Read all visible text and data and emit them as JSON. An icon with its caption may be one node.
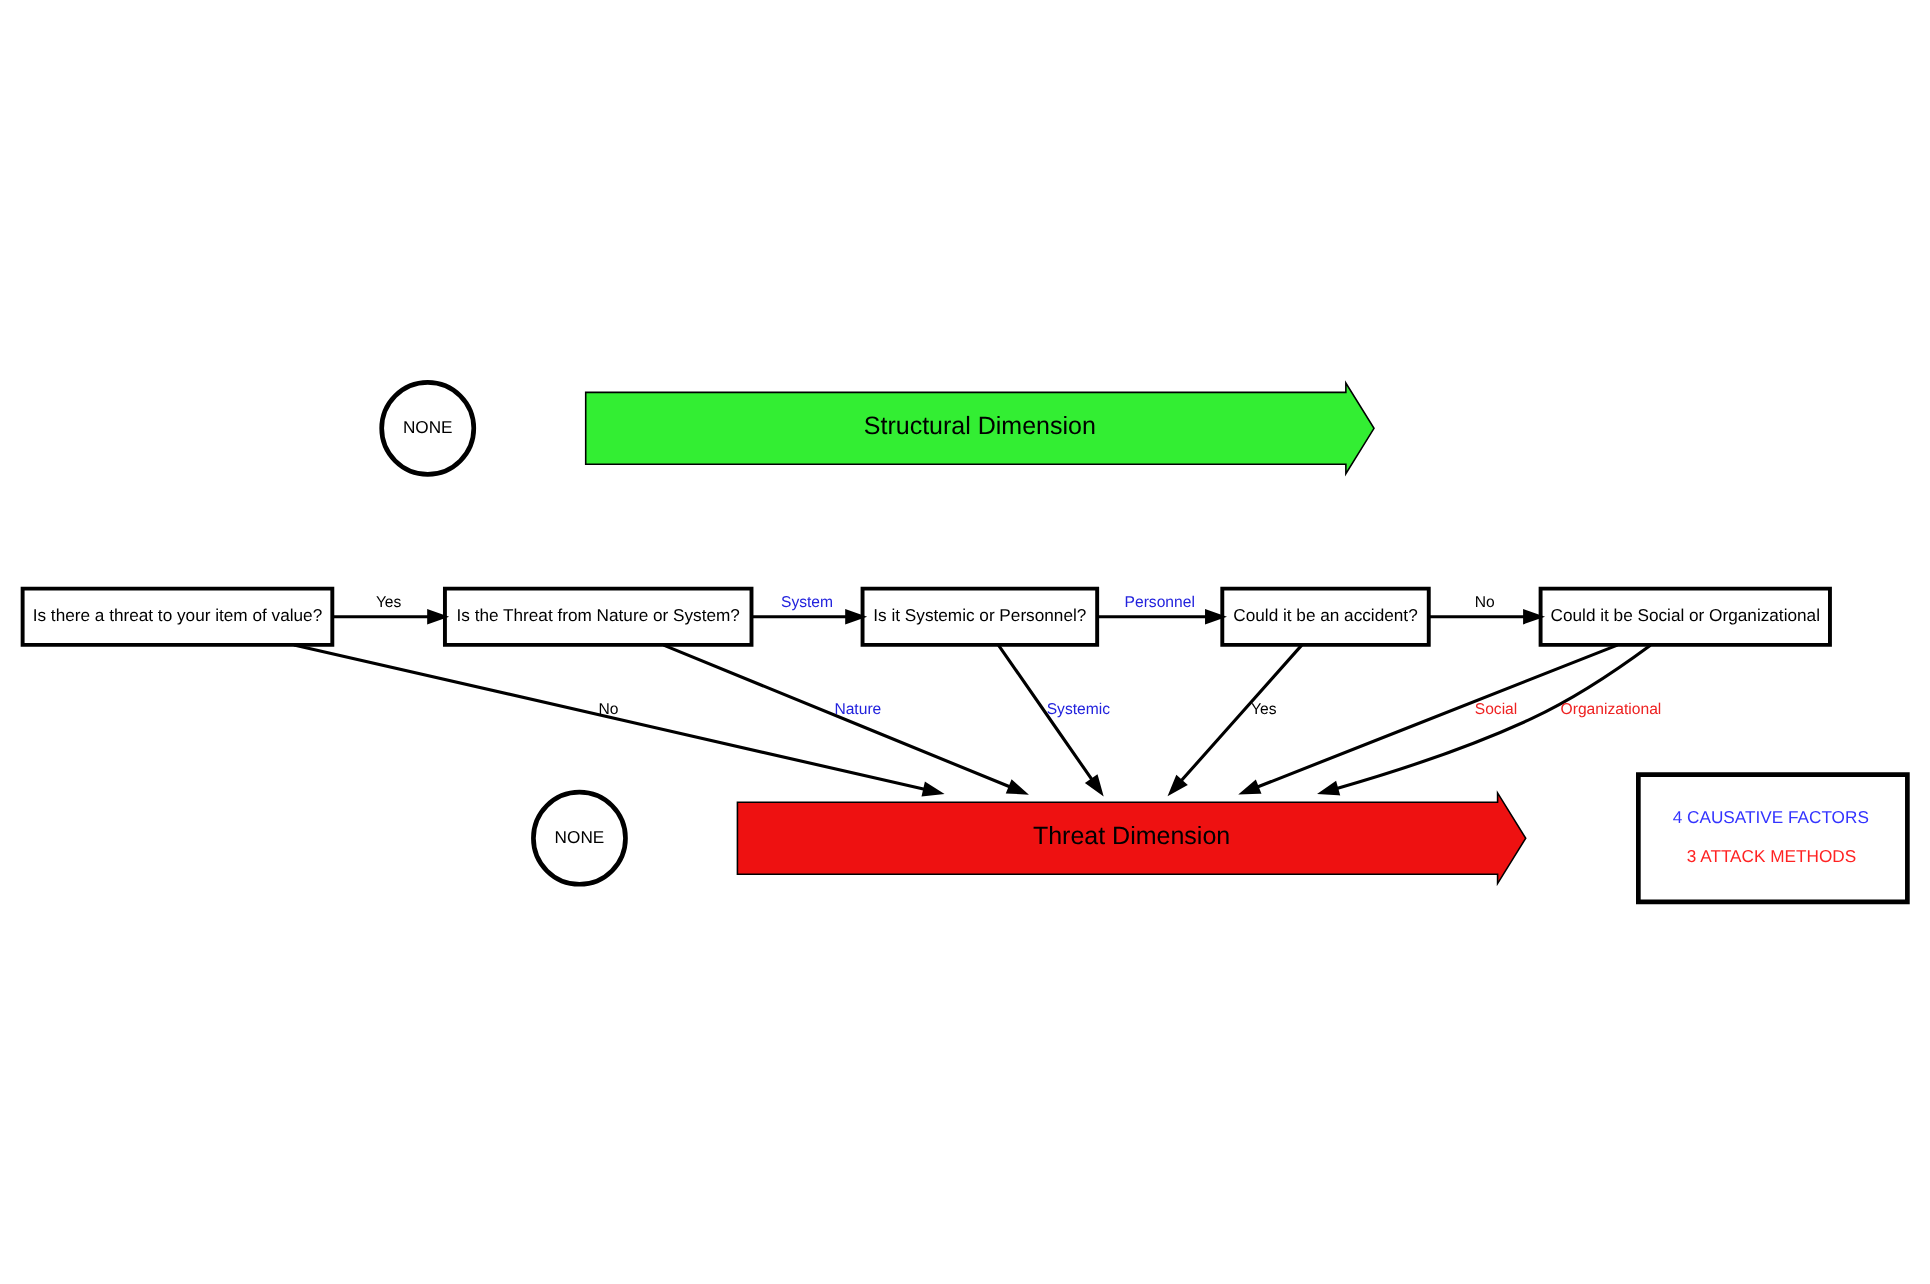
{
  "diagram": {
    "nodes": [
      {
        "text": [
          "NONE"
        ]
      },
      {
        "text": [
          "Structural Dimension"
        ]
      },
      {
        "text": [
          "Is there a threat to your item of value?"
        ]
      },
      {
        "text": [
          "Is the Threat from Nature or System?"
        ]
      },
      {
        "text": [
          "Is it Systemic or Personnel?"
        ]
      },
      {
        "text": [
          "Could it be an accident?"
        ]
      },
      {
        "text": [
          "Could it be Social or Organizational"
        ]
      },
      {
        "text": [
          "NONE"
        ]
      },
      {
        "text": [
          "Threat Dimension"
        ]
      },
      {
        "text": [
          "4 CAUSATIVE FACTORS",
          "3 ATTACK METHODS"
        ]
      }
    ],
    "edges": [
      {
        "from": 2,
        "to": 3,
        "arrow": "to",
        "label": "Yes"
      },
      {
        "from": 3,
        "to": 4,
        "arrow": "to",
        "label": "System"
      },
      {
        "from": 4,
        "to": 5,
        "arrow": "to",
        "label": "Personnel"
      },
      {
        "from": 5,
        "to": 6,
        "arrow": "to",
        "label": "No"
      },
      {
        "from": 2,
        "to": 8,
        "arrow": "to",
        "label": "No"
      },
      {
        "from": 3,
        "to": 8,
        "arrow": "to",
        "label": "Nature"
      },
      {
        "from": 4,
        "to": 8,
        "arrow": "to",
        "label": "Systemic"
      },
      {
        "from": 5,
        "to": 8,
        "arrow": "to",
        "label": "Yes"
      },
      {
        "from": 6,
        "to": 8,
        "arrow": "to",
        "label": "Social"
      },
      {
        "from": 6,
        "to": 8,
        "arrow": "to",
        "label": "Organizational"
      }
    ]
  }
}
